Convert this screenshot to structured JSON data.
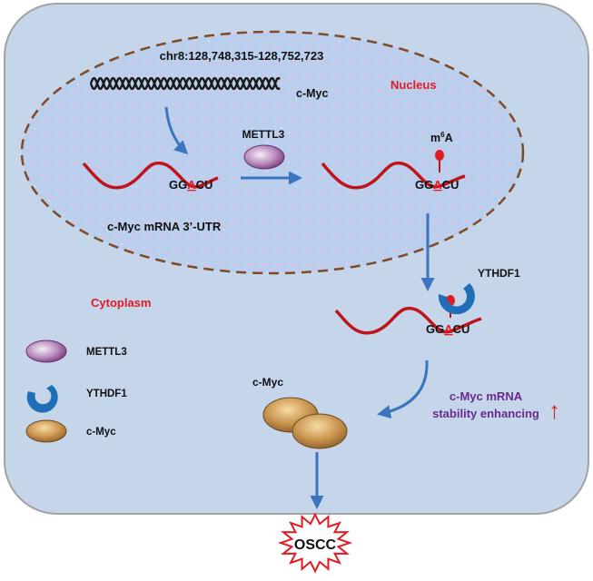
{
  "colors": {
    "cell_fill": "#c5d5ea",
    "cell_stroke": "#a3a3a3",
    "nucleus_fill": "#b8cfee",
    "nucleus_speckle": "#ebbdd6",
    "nucleus_border": "#7f4a26",
    "mrna": "#c0141b",
    "dna": "#1a1a1a",
    "arrow": "#3a75bd",
    "red_text": "#e11b22",
    "purple_text": "#6a2a8c",
    "mettl3": "#8a4a8e",
    "ythdf1": "#1e6fb8",
    "cmyc_protein": "#a8743a",
    "oscc_star": "#e11b22"
  },
  "labels": {
    "coordinates": "chr8:128,748,315-128,752,723",
    "c_myc_gene": "c-Myc",
    "nucleus": "Nucleus",
    "mettl3": "METTL3",
    "m6a_m": "m",
    "m6a_sup": "6",
    "m6a_a": "A",
    "motif_gg": "GG",
    "motif_a": "A",
    "motif_cu": "CU",
    "utr": "c-Myc mRNA 3’-UTR",
    "cytoplasm": "Cytoplasm",
    "ythdf1": "YTHDF1",
    "c_myc_protein": "c-Myc",
    "stability_line1": "c-Myc mRNA",
    "stability_line2": "stability enhancing",
    "up_arrow": "↑",
    "oscc": "OSCC"
  },
  "legend": [
    {
      "shape": "mettl3-oval",
      "label": "METTL3"
    },
    {
      "shape": "ythdf1-crescent",
      "label": "YTHDF1"
    },
    {
      "shape": "c-myc-oval",
      "label": "c-Myc"
    }
  ]
}
